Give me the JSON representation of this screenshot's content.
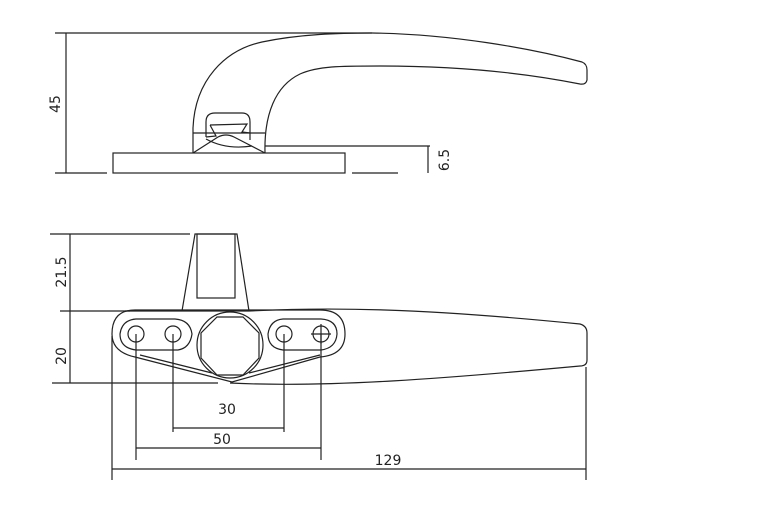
{
  "side_view": {
    "dims": {
      "height": "45",
      "base_thickness": "6.5"
    }
  },
  "bottom_view": {
    "dims": {
      "stem_height": "21.5",
      "width": "20",
      "inner_hole_spacing": "30",
      "outer_hole_spacing": "50",
      "length": "129"
    }
  }
}
